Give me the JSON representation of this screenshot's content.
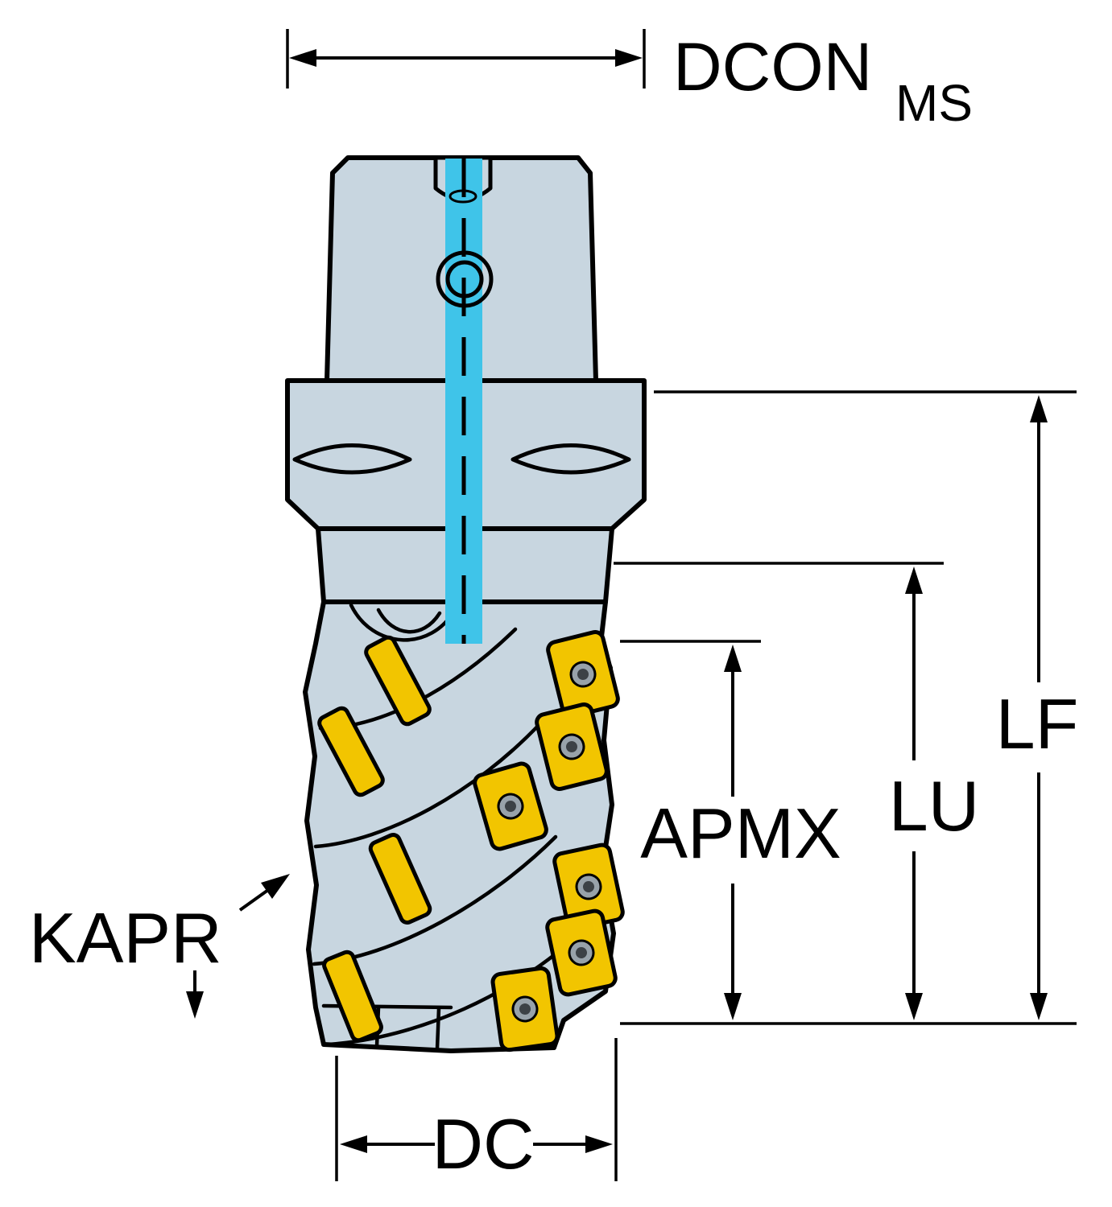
{
  "diagram": {
    "labels": {
      "dcon": "DCON",
      "dcon_sub": "MS",
      "lf": "LF",
      "lu": "LU",
      "apmx": "APMX",
      "kapr": "KAPR",
      "dc": "DC"
    },
    "colors": {
      "body": "#c8d6e0",
      "coolant": "#3fc4e9",
      "insert": "#f2c500",
      "outline": "#000000",
      "background": "#ffffff"
    }
  }
}
